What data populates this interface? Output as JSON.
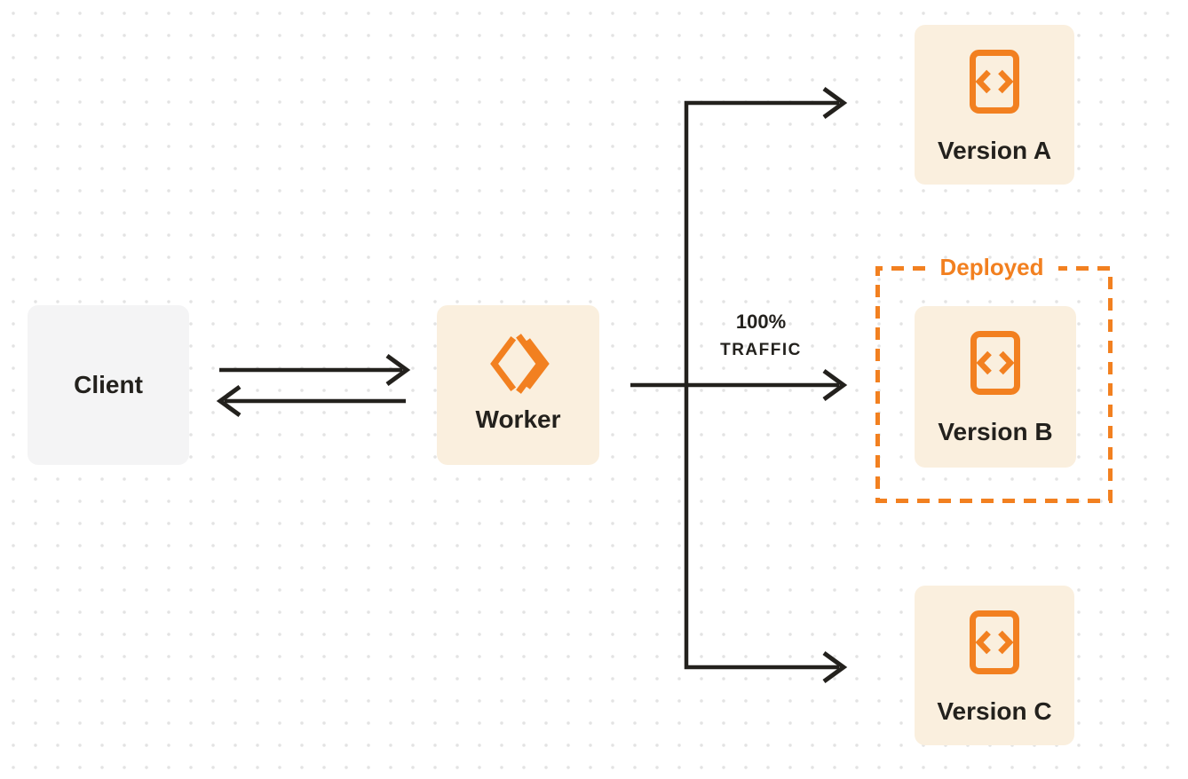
{
  "colors": {
    "accent_orange": "#F28020",
    "ink": "#23211D",
    "node_fill_warm": "#FAEFDE",
    "node_fill_gray": "#F4F4F5",
    "dot_grid": "#E3E3E3",
    "background": "#FFFFFF"
  },
  "nodes": {
    "client": {
      "label": "Client"
    },
    "worker": {
      "label": "Worker",
      "icon": "workers-logo-icon"
    },
    "version_a": {
      "label": "Version A",
      "icon": "code-file-icon"
    },
    "version_b": {
      "label": "Version B",
      "icon": "code-file-icon"
    },
    "version_c": {
      "label": "Version C",
      "icon": "code-file-icon"
    }
  },
  "annotations": {
    "deployed_label": "Deployed",
    "traffic_line1": "100%",
    "traffic_line2": "TRAFFIC"
  }
}
